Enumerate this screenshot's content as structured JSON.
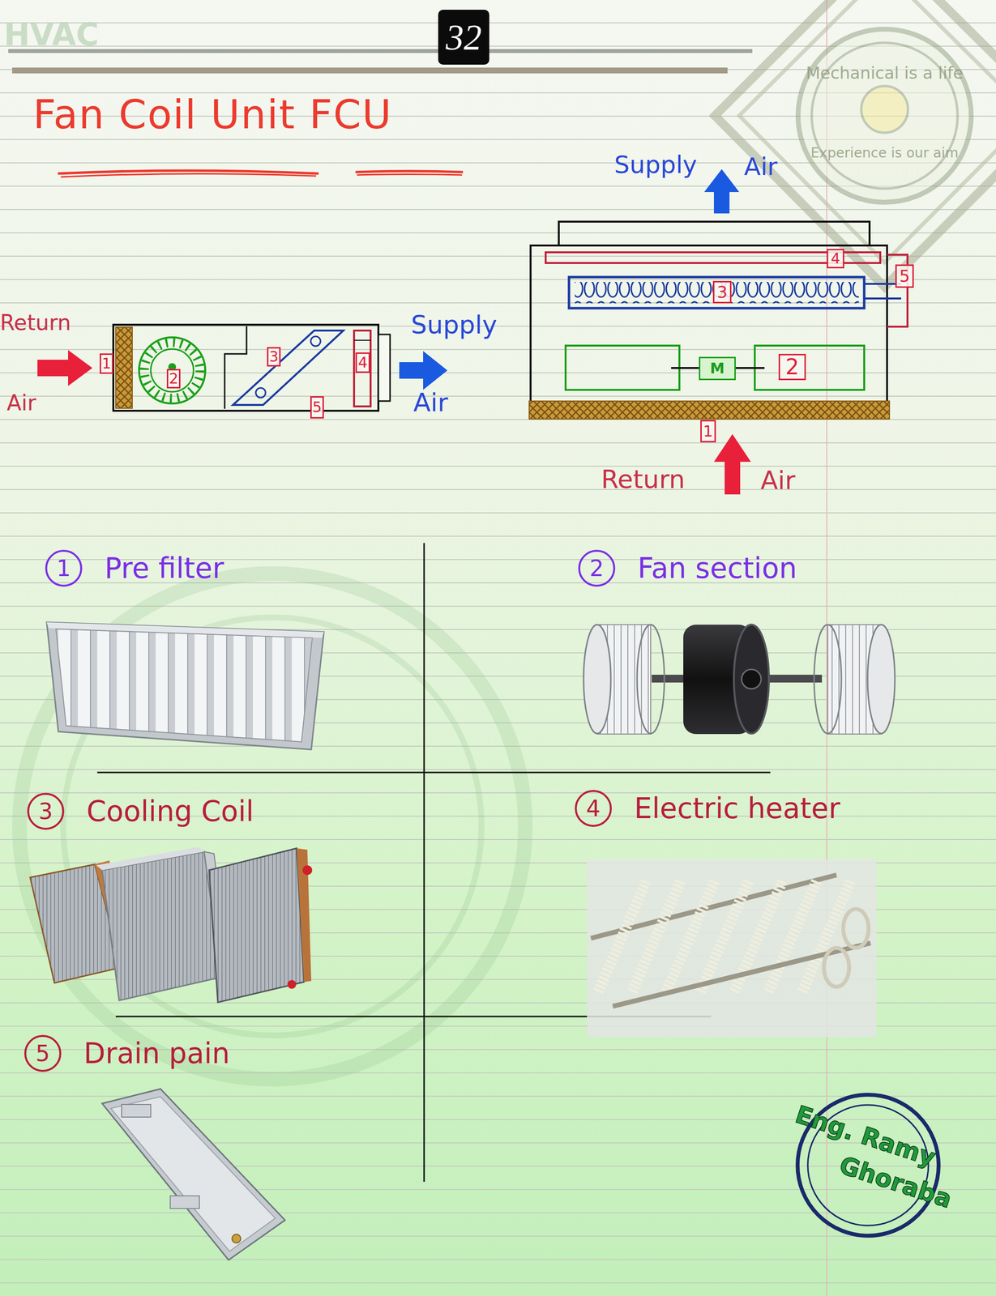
{
  "diagram": {
    "title": "Fan Coil Unit FCU",
    "nodes": [
      {
        "text": [
          "32"
        ]
      },
      {
        "text": [
          "1"
        ]
      },
      {
        "text": [
          "2"
        ]
      },
      {
        "text": [
          "3"
        ]
      },
      {
        "text": [
          "4"
        ]
      },
      {
        "text": [
          "5"
        ]
      },
      {
        "text": [
          "4"
        ]
      },
      {
        "text": [
          "5"
        ]
      },
      {
        "text": [
          "3"
        ]
      },
      {
        "text": [
          "M"
        ]
      },
      {
        "text": [
          "2"
        ]
      },
      {
        "text": [
          "1"
        ]
      },
      {
        "text": [
          "1",
          "Pre filter"
        ]
      },
      {
        "text": [
          "2",
          "Fan section"
        ]
      },
      {
        "text": [
          "3",
          "Cooling Coil"
        ]
      },
      {
        "text": [
          "4",
          "Electric heater"
        ]
      },
      {
        "text": [
          "5",
          "Drain pain"
        ]
      }
    ],
    "labels": [
      "HVAC",
      "Mechanical is a life",
      "Experience is our aim",
      "Supply",
      "Air",
      "Return",
      "Air",
      "Supply",
      "Air",
      "Return",
      "Air",
      "Eng. Ramy",
      "Ghoraba"
    ]
  }
}
